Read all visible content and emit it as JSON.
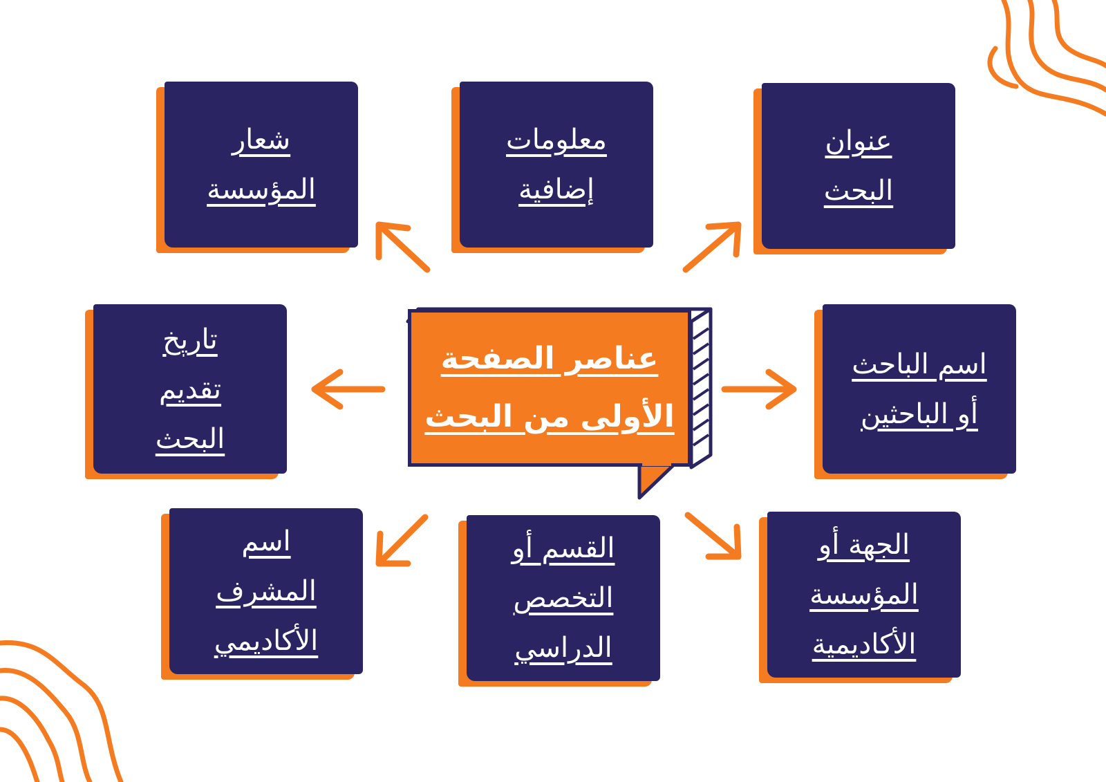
{
  "colors": {
    "navy": "#2b2462",
    "orange": "#f47b20",
    "background": "#ffffff"
  },
  "center": {
    "lines": [
      "عناصر الصفحة",
      "الأولى من البحث"
    ]
  },
  "cards": {
    "top_right": {
      "lines": [
        "عنوان",
        "البحث"
      ]
    },
    "top_center": {
      "lines": [
        "معلومات",
        "إضافية"
      ]
    },
    "top_left": {
      "lines": [
        "شعار",
        "المؤسسة"
      ]
    },
    "middle_left": {
      "lines": [
        "تاريخ",
        "تقديم",
        "البحث"
      ]
    },
    "middle_right": {
      "lines": [
        "اسم الباحث",
        "أو الباحثين"
      ]
    },
    "bottom_left": {
      "lines": [
        "اسم",
        "المشرف",
        "الأكاديمي"
      ]
    },
    "bottom_center": {
      "lines": [
        "القسم أو",
        "التخصص",
        "الدراسي"
      ]
    },
    "bottom_right": {
      "lines": [
        "الجهة أو",
        "المؤسسة",
        "الأكاديمية"
      ]
    }
  }
}
